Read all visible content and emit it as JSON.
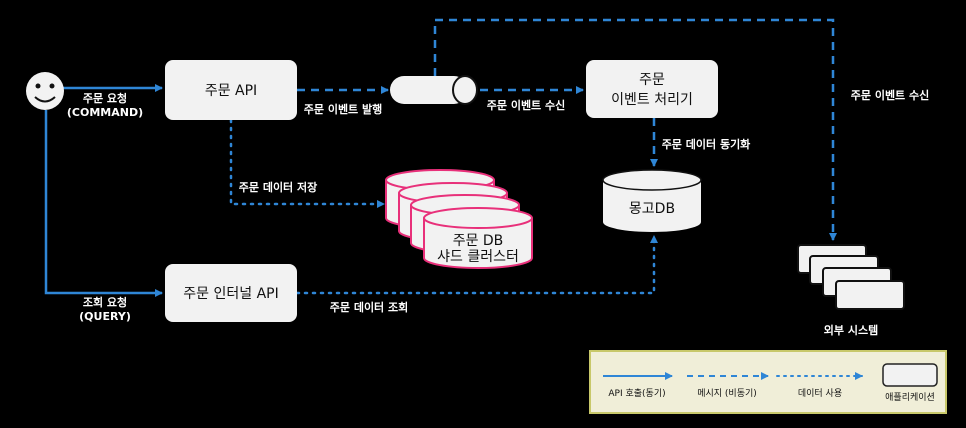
{
  "nodes": {
    "user_icon": "smiley",
    "order_api": "주문 API",
    "order_internal_api": "주문 인터널 API",
    "event_processor_line1": "주문",
    "event_processor_line2": "이벤트 처리기",
    "mongo": "몽고DB",
    "shard_line1": "주문 DB",
    "shard_line2": "샤드 클러스터",
    "external": "외부 시스템"
  },
  "edges": {
    "command_line1": "주문 요청",
    "command_line2": "(COMMAND)",
    "query_line1": "조회 요청",
    "query_line2": "(QUERY)",
    "publish": "주문 이벤트 발행",
    "receive": "주문 이벤트 수신",
    "sync": "주문 데이터 동기화",
    "save": "주문 데이터 저장",
    "query_data": "주문 데이터 조회",
    "external_receive": "주문 이벤트 수신"
  },
  "legend": {
    "api_call": "API 호출(동기)",
    "message": "메시지 (비동기)",
    "data_use": "데이터 사용",
    "application": "애플리케이션"
  },
  "colors": {
    "arrow": "#2f86d6",
    "shard_border": "#e8307a",
    "legend_bg": "#f0eed8",
    "legend_border": "#c8c86a",
    "box_fill": "#f2f2f2"
  }
}
